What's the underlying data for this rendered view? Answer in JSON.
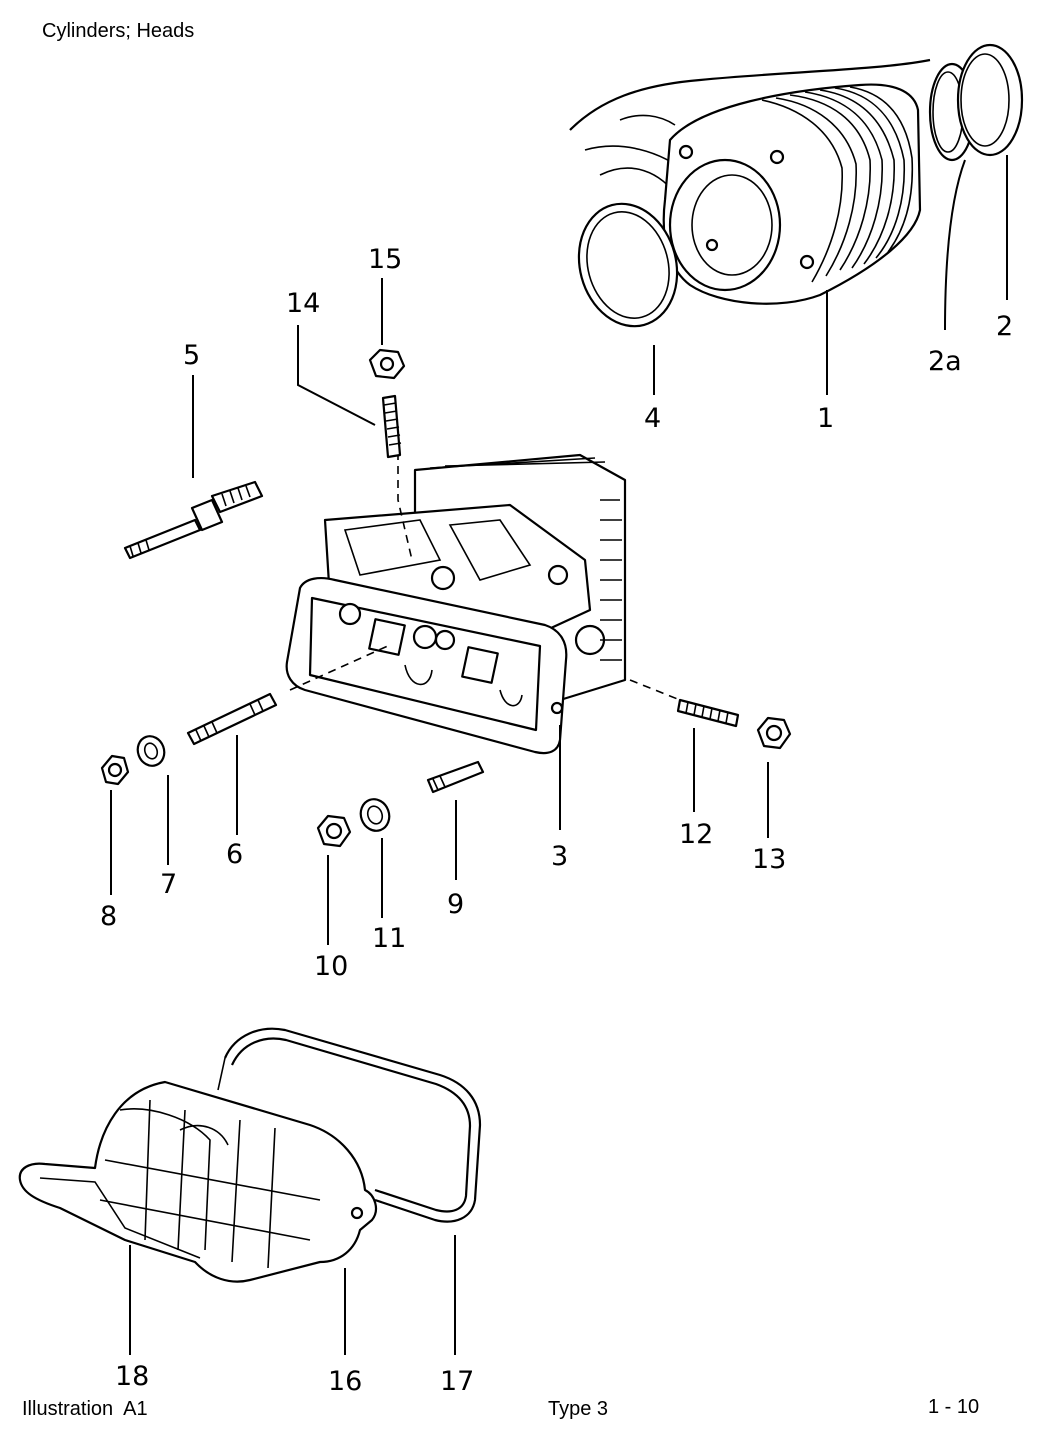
{
  "header": {
    "title": "Cylinders; Heads"
  },
  "footer": {
    "illustration": "Illustration  A1",
    "type": "Type 3",
    "page": "1 - 10"
  },
  "callouts": {
    "p1": "1",
    "p2": "2",
    "p2a": "2a",
    "p3": "3",
    "p4": "4",
    "p5": "5",
    "p6": "6",
    "p7": "7",
    "p8": "8",
    "p9": "9",
    "p10": "10",
    "p11": "11",
    "p12": "12",
    "p13": "13",
    "p14": "14",
    "p15": "15",
    "p16": "16",
    "p17": "17",
    "p18": "18"
  }
}
